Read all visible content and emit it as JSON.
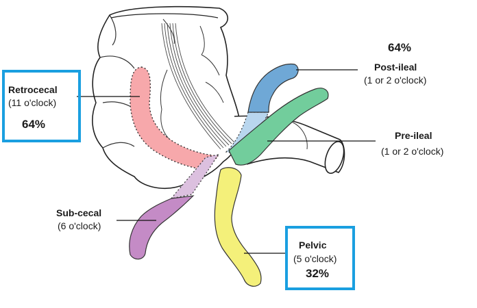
{
  "labels": {
    "retrocecal": {
      "name": "Retrocecal",
      "position": "(11 o'clock)",
      "percent": "64%"
    },
    "post_ileal": {
      "name": "Post-ileal",
      "position": "(1 or 2 o'clock)",
      "percent": "64%"
    },
    "pre_ileal": {
      "name": "Pre-ileal",
      "position": "(1 or 2 o'clock)"
    },
    "sub_cecal": {
      "name": "Sub-cecal",
      "position": "(6 o'clock)"
    },
    "pelvic": {
      "name": "Pelvic",
      "position": "(5 o'clock)",
      "percent": "32%"
    }
  },
  "colors": {
    "retrocecal": "#f7a8ab",
    "post_ileal": "#6fa8d6",
    "post_ileal_hidden": "#b9d6ee",
    "pre_ileal": "#72cd9c",
    "sub_cecal": "#c48bc6",
    "sub_cecal_hidden": "#dcc0df",
    "pelvic": "#f4f07a",
    "highlight_box": "#1a9fe0",
    "outline": "#222222"
  }
}
